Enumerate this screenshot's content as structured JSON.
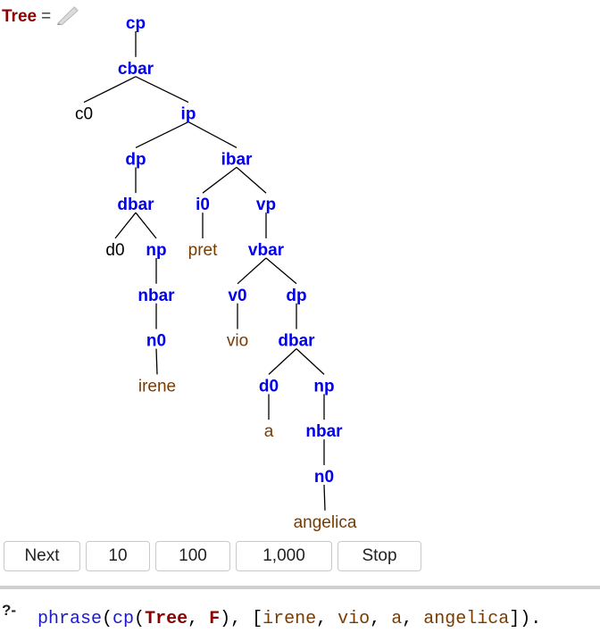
{
  "answer": {
    "variable": "Tree",
    "equals": "=",
    "edit_icon": "pencil-icon",
    "tree": {
      "label": "cp",
      "kind": "cat",
      "children": [
        {
          "label": "cbar",
          "kind": "cat",
          "children": [
            {
              "label": "c0",
              "kind": "empty"
            },
            {
              "label": "ip",
              "kind": "cat",
              "children": [
                {
                  "label": "dp",
                  "kind": "cat",
                  "children": [
                    {
                      "label": "dbar",
                      "kind": "cat",
                      "children": [
                        {
                          "label": "d0",
                          "kind": "empty"
                        },
                        {
                          "label": "np",
                          "kind": "cat",
                          "children": [
                            {
                              "label": "nbar",
                              "kind": "cat",
                              "children": [
                                {
                                  "label": "n0",
                                  "kind": "cat",
                                  "children": [
                                    {
                                      "label": "irene",
                                      "kind": "word"
                                    }
                                  ]
                                }
                              ]
                            }
                          ]
                        }
                      ]
                    }
                  ]
                },
                {
                  "label": "ibar",
                  "kind": "cat",
                  "children": [
                    {
                      "label": "i0",
                      "kind": "cat",
                      "children": [
                        {
                          "label": "pret",
                          "kind": "word"
                        }
                      ]
                    },
                    {
                      "label": "vp",
                      "kind": "cat",
                      "children": [
                        {
                          "label": "vbar",
                          "kind": "cat",
                          "children": [
                            {
                              "label": "v0",
                              "kind": "cat",
                              "children": [
                                {
                                  "label": "vio",
                                  "kind": "word"
                                }
                              ]
                            },
                            {
                              "label": "dp",
                              "kind": "cat",
                              "children": [
                                {
                                  "label": "dbar",
                                  "kind": "cat",
                                  "children": [
                                    {
                                      "label": "d0",
                                      "kind": "cat",
                                      "children": [
                                        {
                                          "label": "a",
                                          "kind": "word"
                                        }
                                      ]
                                    },
                                    {
                                      "label": "np",
                                      "kind": "cat",
                                      "children": [
                                        {
                                          "label": "nbar",
                                          "kind": "cat",
                                          "children": [
                                            {
                                              "label": "n0",
                                              "kind": "cat",
                                              "children": [
                                                {
                                                  "label": "angelica",
                                                  "kind": "word"
                                                }
                                              ]
                                            }
                                          ]
                                        }
                                      ]
                                    }
                                  ]
                                }
                              ]
                            }
                          ]
                        }
                      ]
                    }
                  ]
                }
              ]
            }
          ]
        }
      ]
    }
  },
  "controls": {
    "next_label": "Next",
    "ten_label": "10",
    "hundred_label": "100",
    "thousand_label": "1,000",
    "stop_label": "Stop"
  },
  "query": {
    "prompt": "?-",
    "functor": "phrase",
    "open": "(",
    "inner_functor": "cp",
    "var_tree": "Tree",
    "comma": ", ",
    "var_f": "F",
    "close_inner": "), ",
    "list_open": "[",
    "words": [
      "irene",
      "vio",
      "a",
      "angelica"
    ],
    "list_close": "]",
    "end": ")."
  },
  "colors": {
    "category": "#0000ee",
    "word": "#7a3b00",
    "variable": "#8b0000",
    "query_text": "#1a1acc"
  }
}
